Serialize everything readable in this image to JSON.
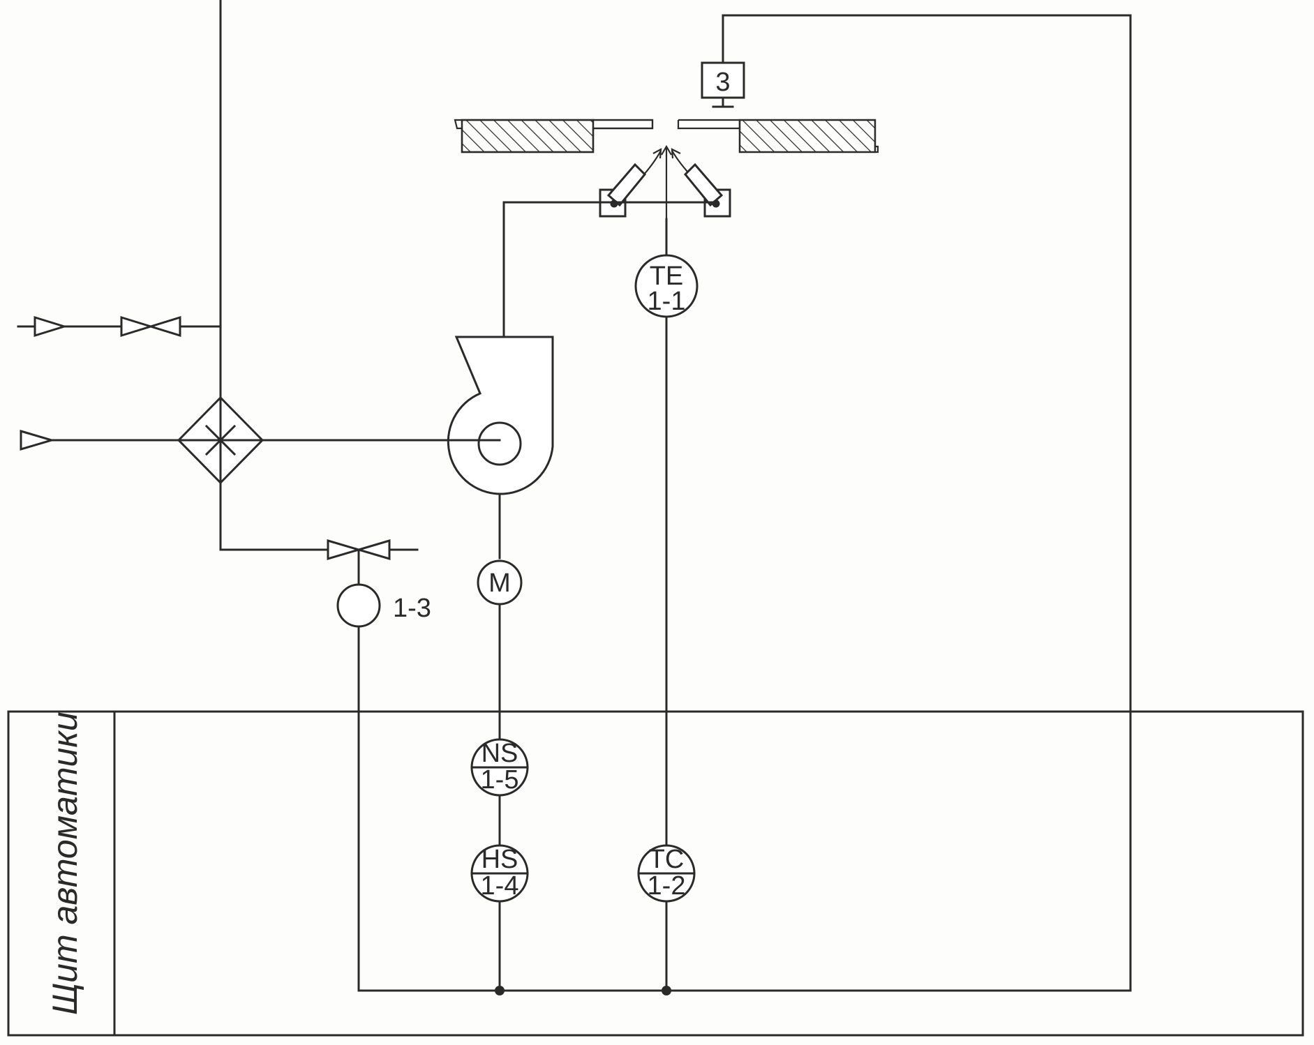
{
  "panel": {
    "label": "Щит автоматики"
  },
  "instruments": [
    {
      "id": "te",
      "func": "TE",
      "num": "1-1"
    },
    {
      "id": "tc",
      "func": "TC",
      "num": "1-2"
    },
    {
      "id": "ns",
      "func": "NS",
      "num": "1-5"
    },
    {
      "id": "hs",
      "func": "HS",
      "num": "1-4"
    }
  ],
  "motor": {
    "label": "M"
  },
  "valve_actuator": {
    "label": "1-3"
  },
  "sensor_box": {
    "label": "3"
  }
}
